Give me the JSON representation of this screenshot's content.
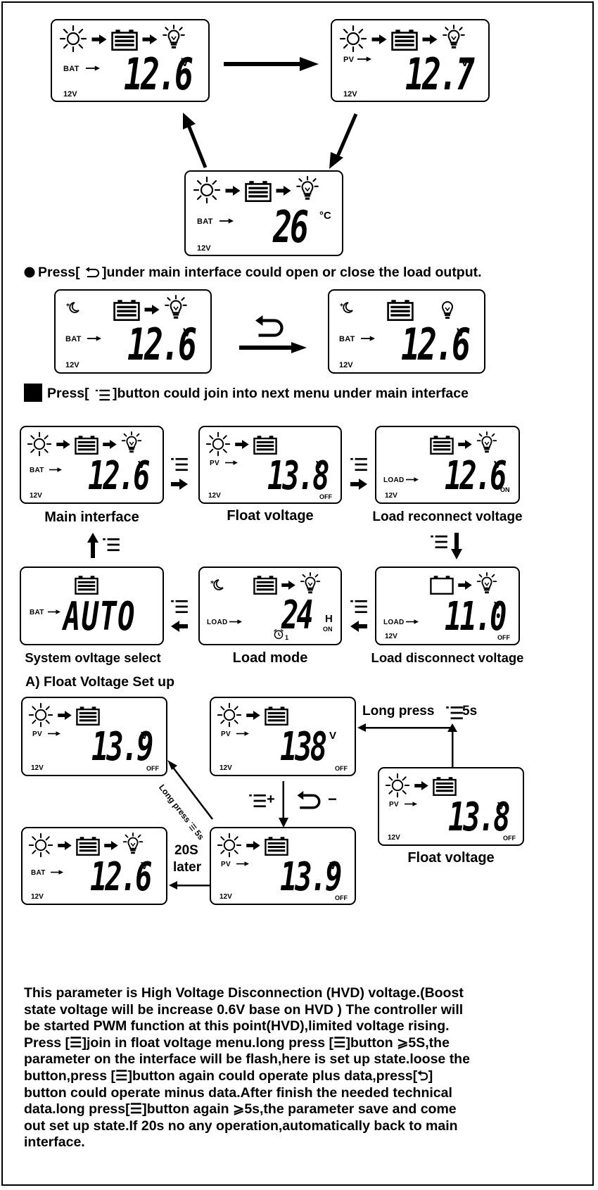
{
  "displays": {
    "d1": {
      "source": "BAT",
      "value": "12.6",
      "unit": "V",
      "system": "12V"
    },
    "d2": {
      "source": "PV",
      "value": "12.7",
      "unit": "V",
      "system": "12V"
    },
    "d3": {
      "source": "BAT",
      "value": "26",
      "unit": "°C",
      "system": "12V"
    },
    "d4": {
      "source": "BAT",
      "value": "12.6",
      "unit": "V",
      "system": "12V"
    },
    "d5": {
      "source": "BAT",
      "value": "12.6",
      "unit": "V",
      "system": "12V"
    },
    "m1": {
      "source": "BAT",
      "value": "12.6",
      "unit": "V",
      "system": "12V"
    },
    "m2": {
      "source": "PV",
      "value": "13.8",
      "unit": "V",
      "system": "12V",
      "status": "OFF"
    },
    "m3": {
      "source": "LOAD",
      "value": "12.6",
      "unit": "V",
      "system": "12V",
      "status": "ON"
    },
    "m4": {
      "source": "LOAD",
      "value": "11.0",
      "unit": "V",
      "system": "12V",
      "status": "OFF"
    },
    "m5": {
      "source": "LOAD",
      "value": "24",
      "unit": "H",
      "status": "ON",
      "timer": "1"
    },
    "m6": {
      "source": "BAT",
      "value": "AUTO"
    },
    "f1": {
      "source": "PV",
      "value": "13.9",
      "unit": "V",
      "system": "12V",
      "status": "OFF"
    },
    "f2": {
      "source": "PV",
      "value": "138",
      "unit": "V",
      "system": "12V",
      "status": "OFF"
    },
    "f3": {
      "source": "PV",
      "value": "13.8",
      "unit": "V",
      "system": "12V",
      "status": "OFF"
    },
    "f4": {
      "source": "BAT",
      "value": "12.6",
      "unit": "V",
      "system": "12V"
    },
    "f5": {
      "source": "PV",
      "value": "13.9",
      "unit": "V",
      "system": "12V",
      "status": "OFF"
    }
  },
  "text": {
    "load_line_a": "Press[",
    "load_line_b": "]under main interface could open or close the load output.",
    "menu_line_a": "Press[",
    "menu_line_b": "]button could join into next menu under main interface",
    "float_title": "A) Float Voltage Set up",
    "long_press_top_a": "Long press",
    "long_press_top_b": "5s",
    "long_press_diag_a": "Long press",
    "long_press_diag_b": "5s",
    "plus": "+",
    "minus": "−",
    "later_a": "20S",
    "later_b": "later",
    "paragraph": "This parameter is High Voltage Disconnection (HVD) voltage.(Boost\nstate voltage will be increase 0.6V base on HVD  ) The controller will\nbe started PWM function at this point(HVD),limited voltage rising.\nPress [☰]join in float voltage menu.long press [☰]button ⩾5S,the\nparameter on the interface will be flash,here is set up state.loose the\nbutton,press [☰]button again could operate plus data,press[⮌]\nbutton could operate minus data.After finish the needed technical\ndata.long press[☰]button again ⩾5s,the parameter save and come\nout set up state.If 20s no any operation,automatically back to main\ninterface."
  },
  "captions": {
    "main": "Main interface",
    "float": "Float voltage",
    "reconnect": "Load reconnect voltage",
    "system": "System ovltage select",
    "mode": "Load mode",
    "disconnect": "Load disconnect voltage",
    "float2": "Float voltage"
  }
}
